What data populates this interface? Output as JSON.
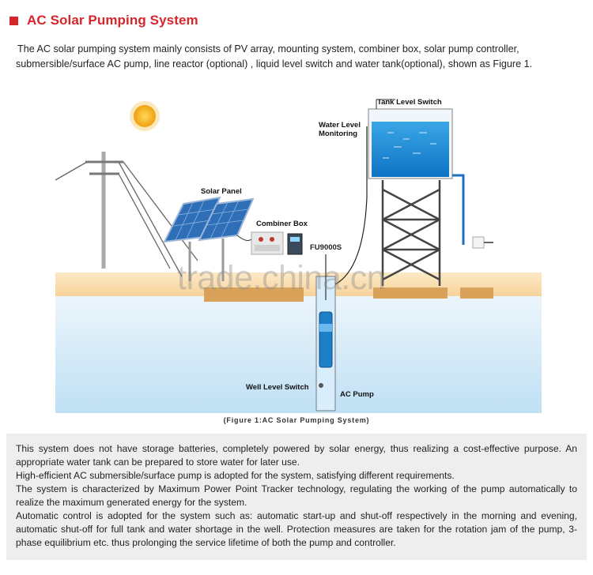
{
  "header": {
    "title": "AC Solar Pumping System",
    "accent_color": "#d5262c"
  },
  "intro": {
    "line1": "The  AC solar pumping system mainly consists of PV array, mounting system, combiner box,  solar pump controller,",
    "line2": "submersible/surface AC pump, line reactor (optional) , liquid level switch and water tank(optional), shown as Figure 1."
  },
  "diagram": {
    "labels": {
      "tank_level_switch": "Tank Level Switch",
      "water_level_1": "Water Level",
      "water_level_2": "Monitoring",
      "solar_panel": "Solar Panel",
      "combiner_box": "Combiner Box",
      "controller": "FU9000S",
      "well_level_switch": "Well Level Switch",
      "ac_pump": "AC Pump"
    },
    "caption": "(Figure 1:AC Solar Pumping System)",
    "watermark": "trade.china.cn"
  },
  "description": {
    "paragraphs": [
      "This system does not have storage batteries, completely powered by solar energy, thus realizing a cost-effective purpose. An appropriate water tank can be prepared to store water for later use.",
      "High-efficient AC submersible/surface pump is adopted for the system, satisfying different requirements.",
      "The system is characterized by Maximum Power Point Tracker technology, regulating the working of the pump automatically to realize the maximum generated energy for the system.",
      "Automatic control is adopted for the system such as: automatic start-up and shut-off respectively in the morning and evening, automatic shut-off for full tank and water shortage in the well. Protection measures are taken for the rotation jam of the pump, 3-phase equilibrium etc. thus prolonging the service lifetime of both the pump and controller."
    ]
  }
}
